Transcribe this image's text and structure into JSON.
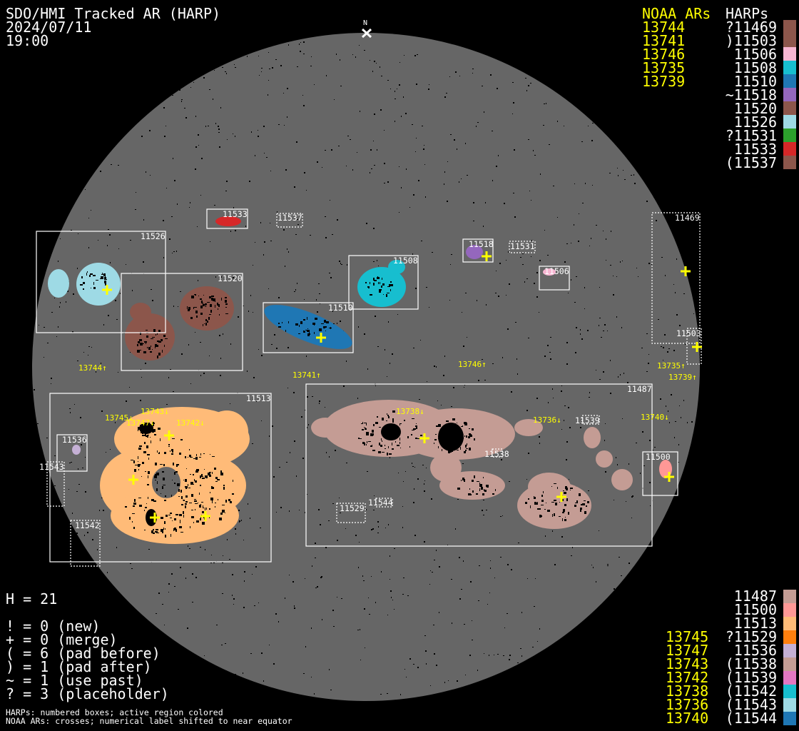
{
  "header": {
    "title": "SDO/HMI Tracked AR (HARP)",
    "date": "2024/07/11",
    "time": "19:00",
    "north_label": "N"
  },
  "top_legend": {
    "noaa_header": "NOAA ARs",
    "harps_header": "HARPs",
    "noaa": [
      "13744",
      "13741",
      "13746",
      "13735",
      "13739"
    ],
    "harps": [
      {
        "label": "?11469",
        "color": "#8c564b"
      },
      {
        "label": ")11503",
        "color": "#8c564b"
      },
      {
        "label": "11506",
        "color": "#f7b6d2"
      },
      {
        "label": "11508",
        "color": "#17becf"
      },
      {
        "label": "11510",
        "color": "#1f77b4"
      },
      {
        "label": "~11518",
        "color": "#9467bd"
      },
      {
        "label": "11520",
        "color": "#8c564b"
      },
      {
        "label": "11526",
        "color": "#9edae5"
      },
      {
        "label": "?11531",
        "color": "#2ca02c"
      },
      {
        "label": "11533",
        "color": "#d62728"
      },
      {
        "label": "(11537",
        "color": "#8c564b"
      }
    ]
  },
  "bottom_legend": [
    {
      "noaa": "",
      "harp": "11487",
      "color": "#c49c94"
    },
    {
      "noaa": "",
      "harp": "11500",
      "color": "#ff9896"
    },
    {
      "noaa": "",
      "harp": "11513",
      "color": "#ffbb78"
    },
    {
      "noaa": "13745",
      "harp": "?11529",
      "color": "#ff7f0e"
    },
    {
      "noaa": "13747",
      "harp": "11536",
      "color": "#c5b0d5"
    },
    {
      "noaa": "13743",
      "harp": "(11538",
      "color": "#c49c94"
    },
    {
      "noaa": "13742",
      "harp": "(11539",
      "color": "#e377c2"
    },
    {
      "noaa": "13738",
      "harp": "(11542",
      "color": "#17becf"
    },
    {
      "noaa": "13736",
      "harp": "(11543",
      "color": "#9edae5"
    },
    {
      "noaa": "13740",
      "harp": "(11544",
      "color": "#1f77b4"
    }
  ],
  "stats": {
    "count": "H = 21",
    "flags": [
      "! = 0 (new)",
      "+ = 0 (merge)",
      "( = 6 (pad before)",
      ") = 1 (pad after)",
      "~ = 1 (use past)",
      "? = 3 (placeholder)"
    ]
  },
  "footer": [
    "HARPs: numbered boxes; active region colored",
    "NOAA ARs: crosses; numerical label shifted to near equator"
  ],
  "disk": {
    "harp_boxes": {
      "h11526": "11526",
      "h11520": "11520",
      "h11533": "11533",
      "h11537": "11537",
      "h11510": "11510",
      "h11508": "11508",
      "h11518": "11518",
      "h11531": "11531",
      "h11506": "11506",
      "h11469": "11469",
      "h11503": "11503",
      "h11513": "11513",
      "h11536": "11536",
      "h11543": "11543",
      "h11542": "11542",
      "h11487": "11487",
      "h11500": "11500",
      "h11539": "11539",
      "h11538": "11538",
      "h11529": "11529",
      "h11544": "11544"
    },
    "noaa_labels": {
      "n13744": "13744↑",
      "n13741": "13741↑",
      "n13746": "13746↑",
      "n13735": "13735↑",
      "n13739": "13739↑",
      "n13745": "13745↓",
      "n13743": "13743↓",
      "n13747": "13747↓",
      "n13742": "13742↓",
      "n13738": "13738↓",
      "n13736": "13736↓",
      "n13740": "13740↓"
    }
  },
  "colors": {
    "disk": "#666666",
    "noaa": "#ffff00",
    "box": "#ffffff"
  }
}
